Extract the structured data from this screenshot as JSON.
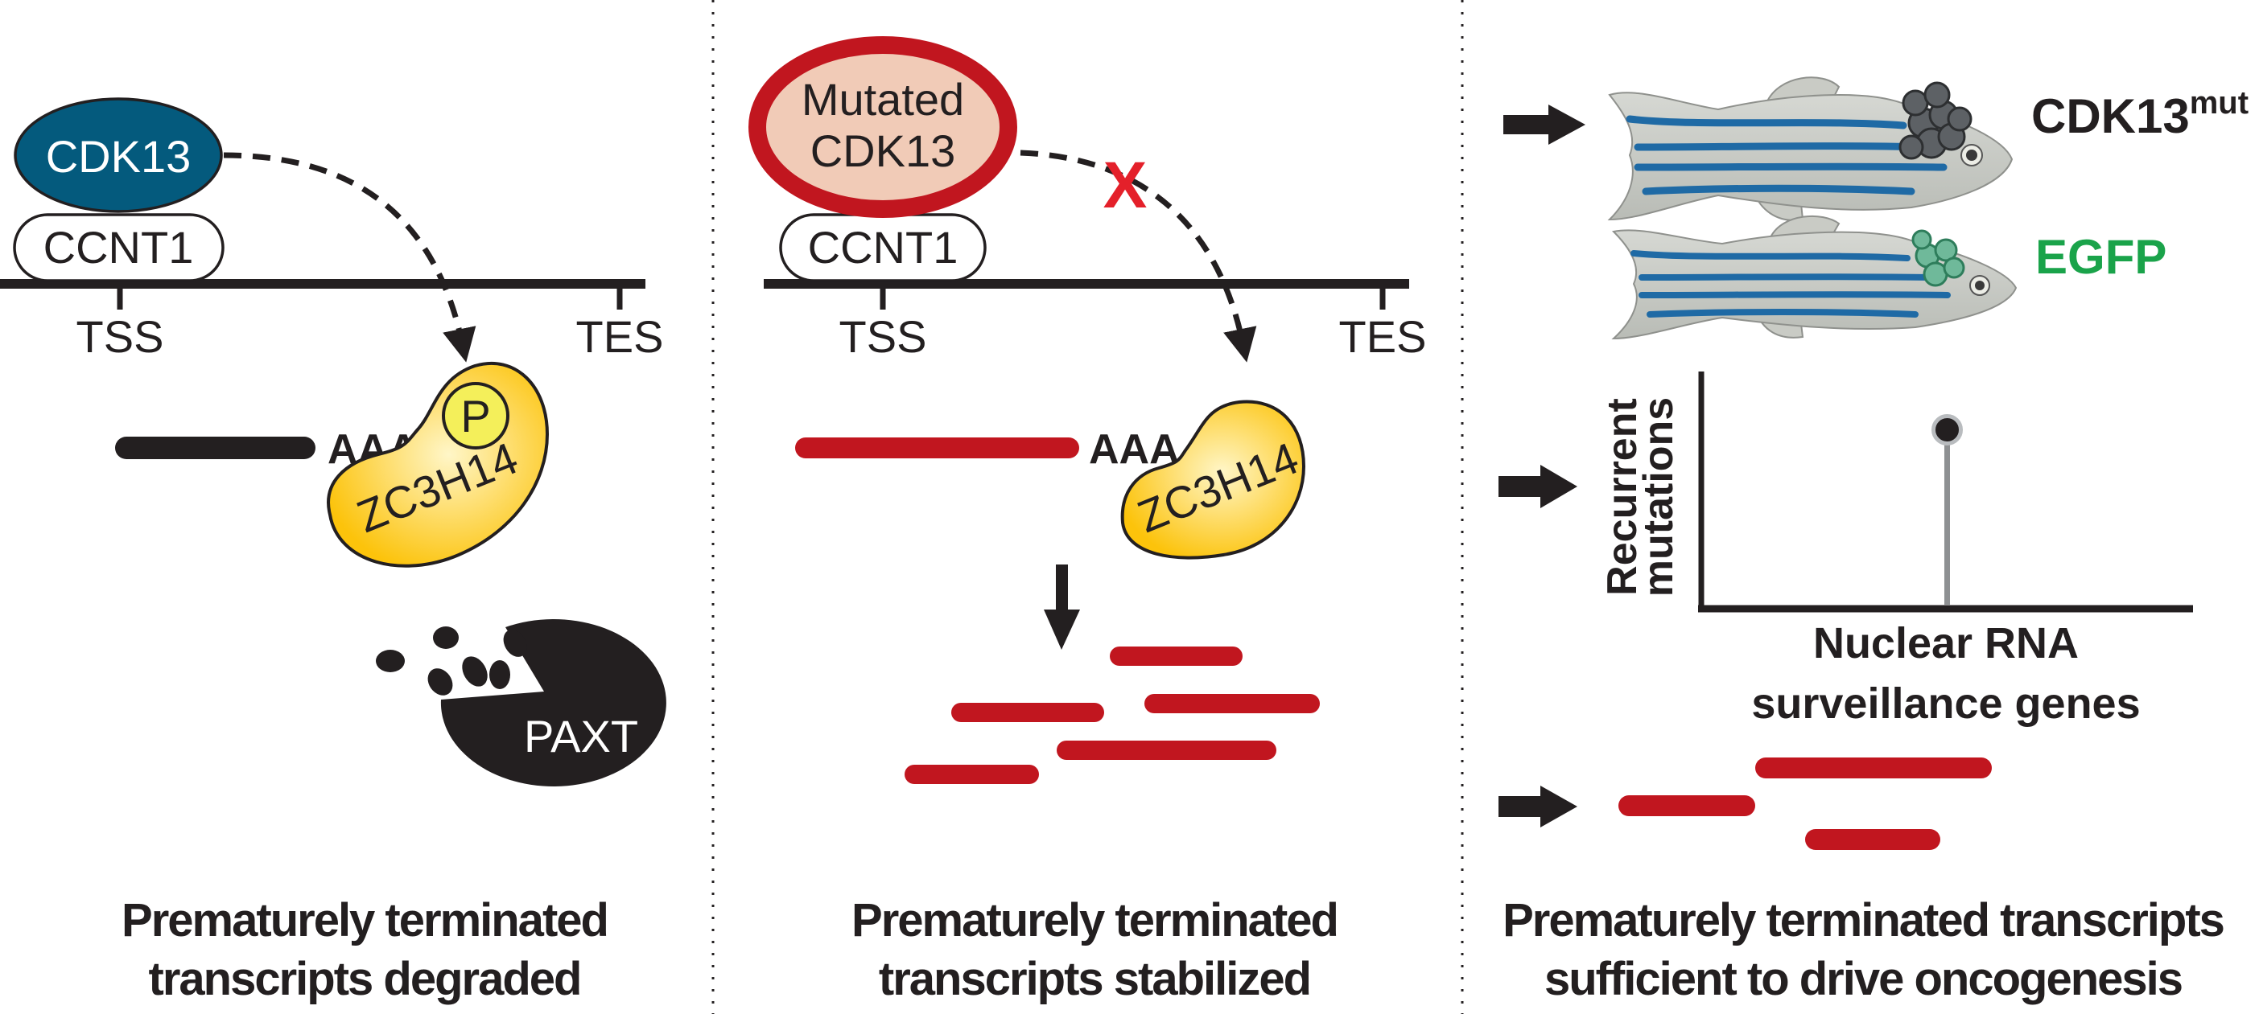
{
  "figure": {
    "panels": [
      {
        "id": "normal",
        "protein": "CDK13",
        "cofactor": "CCNT1",
        "gene_markers": {
          "start": "TSS",
          "end": "TES"
        },
        "polyA": "AAA",
        "binding_protein": "ZC3H14",
        "phospho_label": "P",
        "degrader": "PAXT",
        "caption_lines": [
          "Prematurely terminated",
          "transcripts degraded"
        ]
      },
      {
        "id": "mutant",
        "protein_lines": [
          "Mutated",
          "CDK13"
        ],
        "cofactor": "CCNT1",
        "blocked_mark": "X",
        "gene_markers": {
          "start": "TSS",
          "end": "TES"
        },
        "polyA": "AAA",
        "binding_protein": "ZC3H14",
        "caption_lines": [
          "Prematurely terminated",
          "transcripts stabilized"
        ]
      },
      {
        "id": "oncogenesis",
        "fish_labels": {
          "mutant_base": "CDK13",
          "mutant_sup": "mut",
          "control": "EGFP"
        },
        "caption_lines": [
          "Prematurely terminated transcripts",
          "sufficient to drive oncogenesis"
        ]
      }
    ],
    "colors": {
      "cdk13": "#045a7d",
      "mutated_fill": "#f1cbb7",
      "mutated_ring": "#c1161f",
      "transcript_red": "#c1161f",
      "zc3h14_yellow": "#fcc30b",
      "phospho_yellow": "#f4ef5a",
      "egfp_green": "#1aa34a",
      "ink": "#231f20",
      "stripe_blue": "#1f6aa5",
      "fish_gray": "#c9cbc5"
    }
  },
  "chart_data": {
    "type": "scatter",
    "title": "",
    "xlabel": "Nuclear RNA surveillance genes",
    "ylabel": "Recurrent mutations",
    "xlabel_lines": [
      "Nuclear RNA",
      "surveillance genes"
    ],
    "ylabel_lines": [
      "Recurrent",
      "mutations"
    ],
    "style": "lollipop",
    "xlim": [
      0,
      1
    ],
    "ylim": [
      0,
      1
    ],
    "points": [
      {
        "x": 0.5,
        "y": 0.75
      }
    ],
    "grid": false,
    "ticks": false
  }
}
